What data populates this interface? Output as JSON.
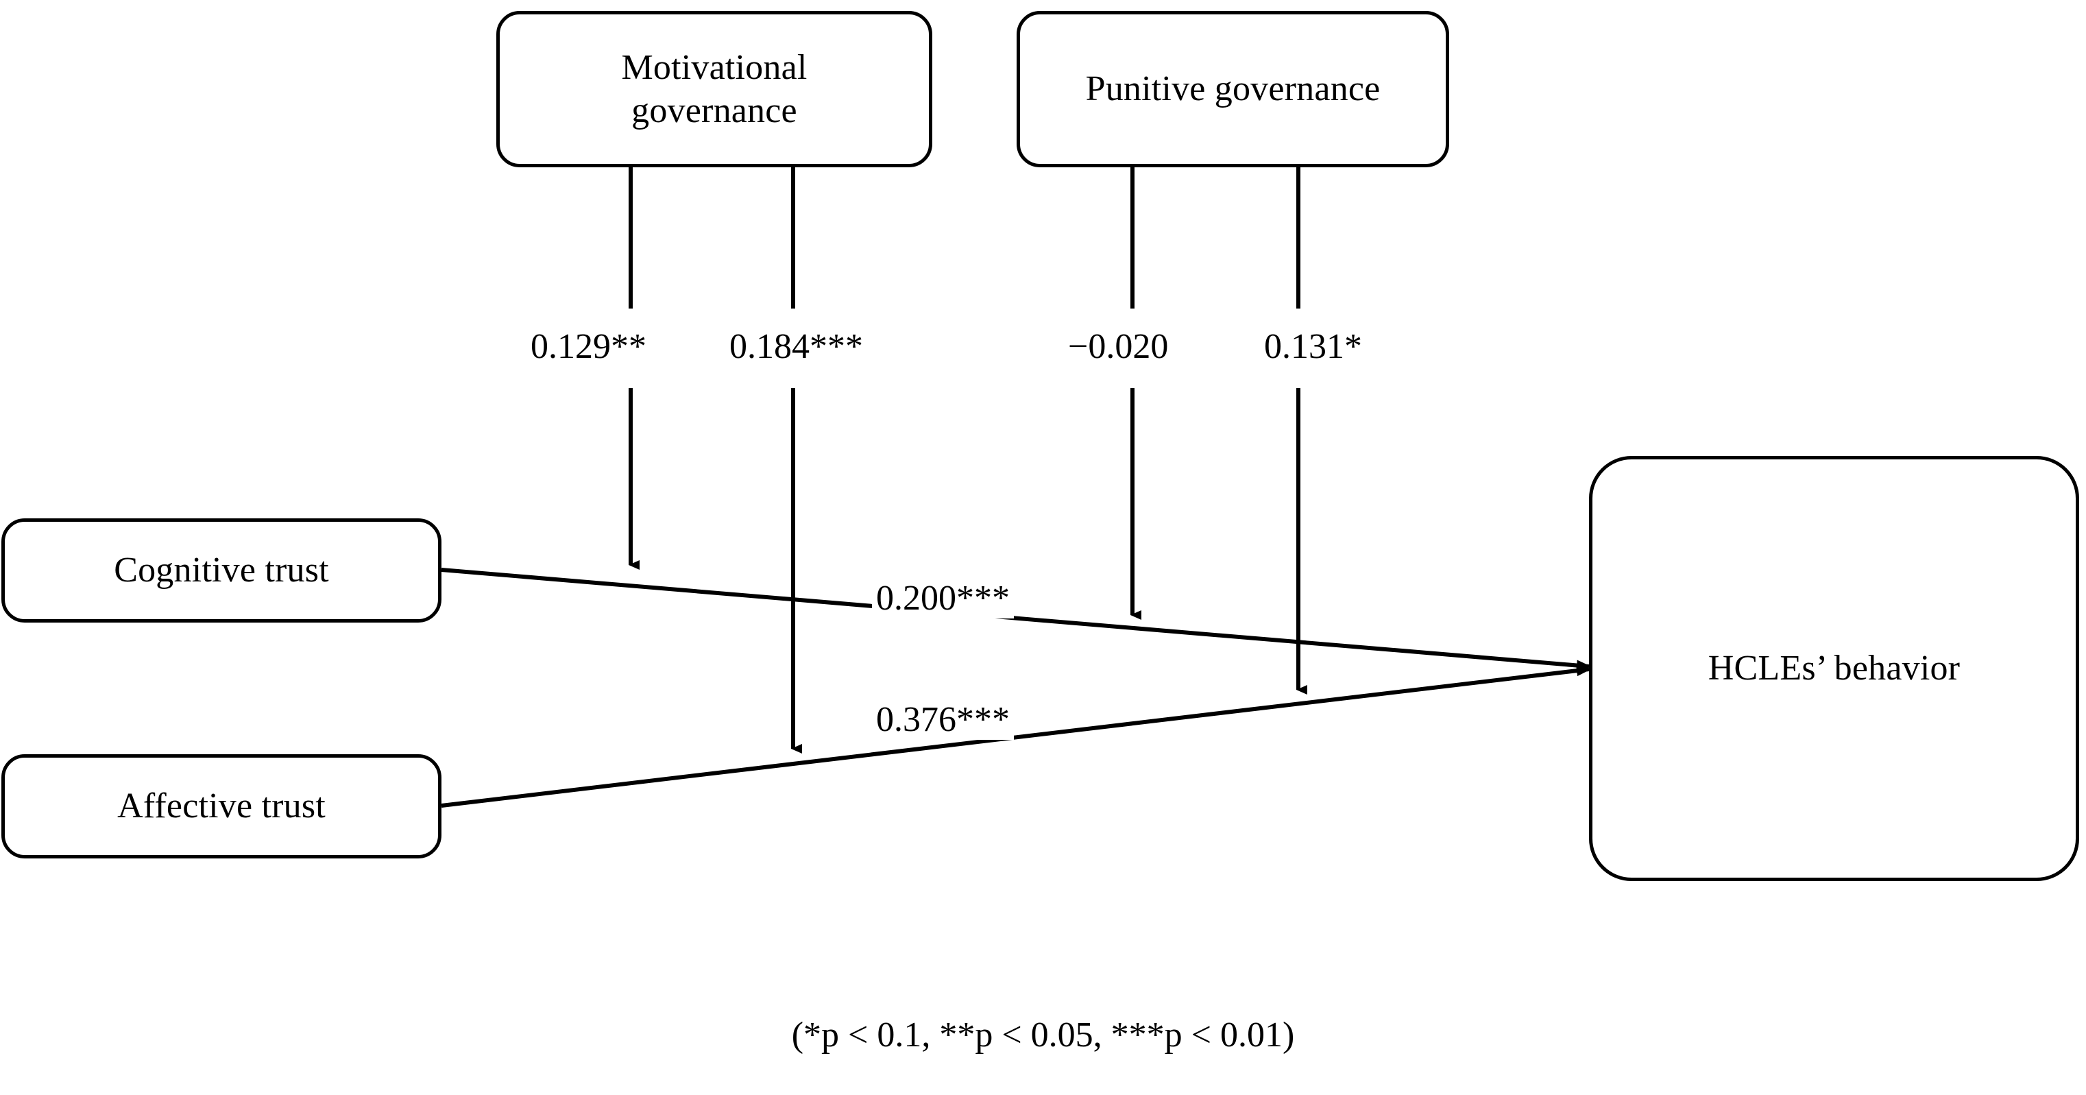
{
  "figure": {
    "type": "path-model-diagram",
    "background_color": "#ffffff",
    "line_color": "#000000",
    "footnote": "(*p < 0.1, **p < 0.05, ***p < 0.01)"
  },
  "nodes": {
    "motivational_governance": {
      "label": "Motivational\ngovernance",
      "shape": "rounded-rect"
    },
    "punitive_governance": {
      "label": "Punitive governance",
      "shape": "rounded-rect"
    },
    "cognitive_trust": {
      "label": "Cognitive trust",
      "shape": "rounded-rect"
    },
    "affective_trust": {
      "label": "Affective trust",
      "shape": "rounded-rect"
    },
    "hcles_behavior": {
      "label": "HCLEs’ behavior",
      "shape": "rounded-rect"
    }
  },
  "edges": [
    {
      "id": "mot-to-cog-path",
      "from": "motivational_governance",
      "to": "cognitive_trust_to_hcles_path",
      "coefficient": "0.129**",
      "value": 0.129,
      "significance": "**",
      "arrow": "down"
    },
    {
      "id": "mot-to-aff-path",
      "from": "motivational_governance",
      "to": "affective_trust_to_hcles_path",
      "coefficient": "0.184***",
      "value": 0.184,
      "significance": "***",
      "arrow": "down"
    },
    {
      "id": "pun-to-cog-path",
      "from": "punitive_governance",
      "to": "cognitive_trust_to_hcles_path",
      "coefficient": "−0.020",
      "value": -0.02,
      "significance": "",
      "arrow": "down"
    },
    {
      "id": "pun-to-aff-path",
      "from": "punitive_governance",
      "to": "affective_trust_to_hcles_path",
      "coefficient": "0.131*",
      "value": 0.131,
      "significance": "*",
      "arrow": "down"
    },
    {
      "id": "cog-to-hcles",
      "from": "cognitive_trust",
      "to": "hcles_behavior",
      "coefficient": "0.200***",
      "value": 0.2,
      "significance": "***",
      "arrow": "right"
    },
    {
      "id": "aff-to-hcles",
      "from": "affective_trust",
      "to": "hcles_behavior",
      "coefficient": "0.376***",
      "value": 0.376,
      "significance": "***",
      "arrow": "right"
    }
  ],
  "legend": {
    "note": "(*p < 0.1, **p < 0.05, ***p < 0.01)"
  }
}
